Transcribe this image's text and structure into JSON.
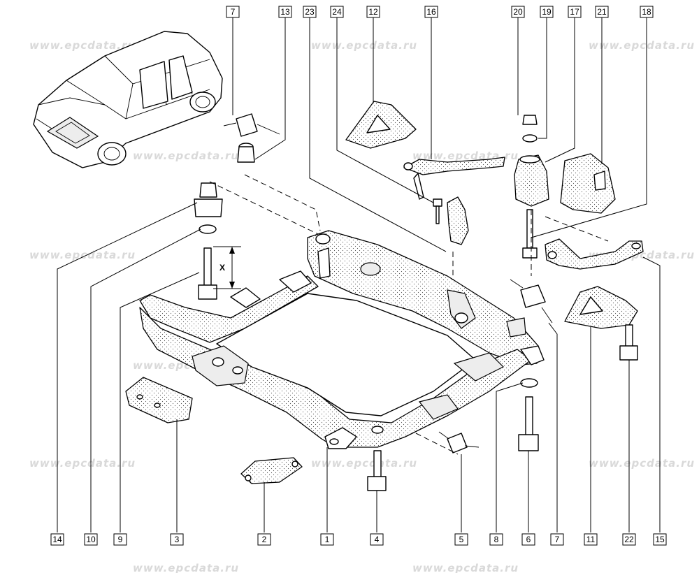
{
  "watermark": "www.epcdata.ru",
  "dimension_label": "X",
  "callouts": [
    {
      "number": "7"
    },
    {
      "number": "13"
    },
    {
      "number": "23"
    },
    {
      "number": "24"
    },
    {
      "number": "12"
    },
    {
      "number": "16"
    },
    {
      "number": "20"
    },
    {
      "number": "19"
    },
    {
      "number": "17"
    },
    {
      "number": "21"
    },
    {
      "number": "18"
    },
    {
      "number": "14"
    },
    {
      "number": "10"
    },
    {
      "number": "9"
    },
    {
      "number": "3"
    },
    {
      "number": "2"
    },
    {
      "number": "1"
    },
    {
      "number": "4"
    },
    {
      "number": "5"
    },
    {
      "number": "8"
    },
    {
      "number": "6"
    },
    {
      "number": "7"
    },
    {
      "number": "11"
    },
    {
      "number": "22"
    },
    {
      "number": "15"
    }
  ]
}
